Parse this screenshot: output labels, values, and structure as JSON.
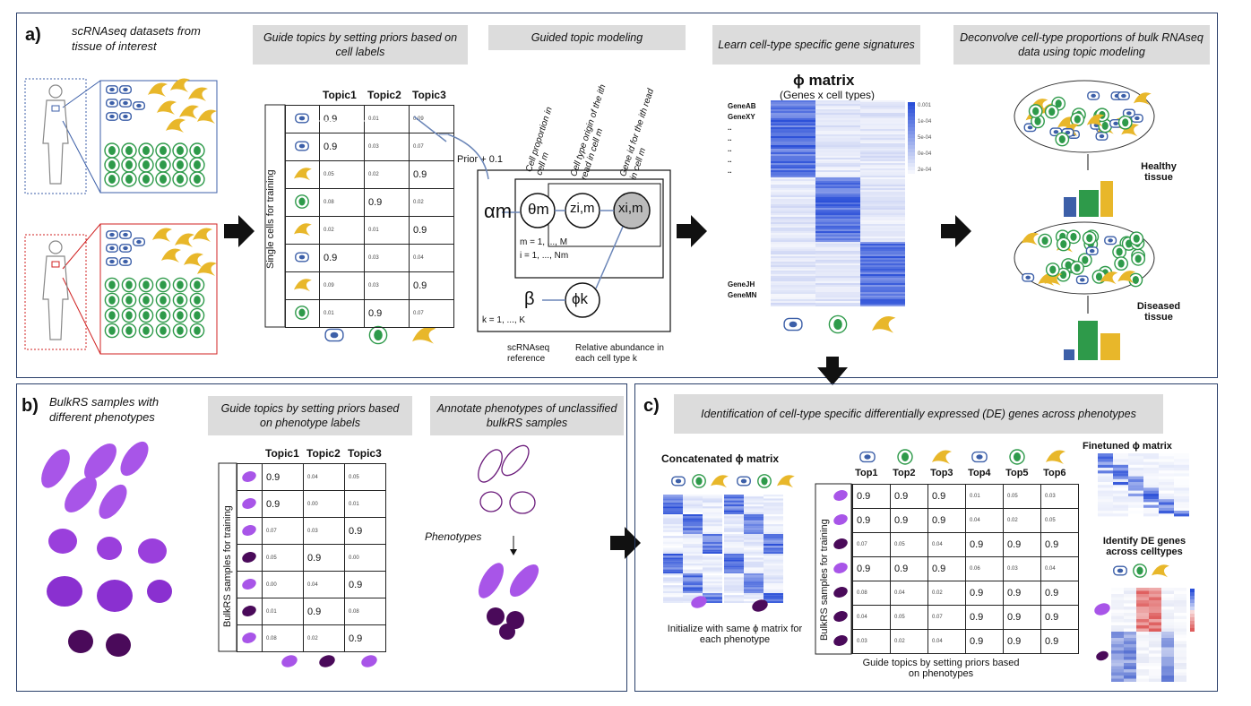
{
  "panel_a": {
    "label": "a)",
    "intro": "scRNAseq datasets from tissue of interest",
    "banner1": "Guide topics by setting priors based on cell labels",
    "banner2": "Guided topic modeling",
    "banner3": "Learn cell-type specific gene signatures",
    "banner4": "Deconvolve cell-type proportions of bulk RNAseq data using topic modeling",
    "table": {
      "headers": [
        "Topic1",
        "Topic2",
        "Topic3"
      ],
      "side_label": "Single cells for training",
      "rows": [
        [
          "0.9",
          "0.01",
          "0.09"
        ],
        [
          "0.9",
          "0.03",
          "0.07"
        ],
        [
          "0.05",
          "0.02",
          "0.9"
        ],
        [
          "0.08",
          "0.9",
          "0.02"
        ],
        [
          "0.02",
          "0.01",
          "0.9"
        ],
        [
          "0.9",
          "0.03",
          "0.04"
        ],
        [
          "0.09",
          "0.03",
          "0.9"
        ],
        [
          "0.01",
          "0.9",
          "0.07"
        ]
      ]
    },
    "prior_label": "Prior + 0.1",
    "model": {
      "alpha": "αm",
      "theta": "θm",
      "z": "zi,m",
      "x": "xi,m",
      "beta": "β",
      "phi": "ϕk",
      "m_range": "m = 1, ..., M",
      "i_range": "i = 1, ..., Nm",
      "k_range": "k = 1, ..., K",
      "rot1": "Cell proportion in cell m",
      "rot2": "Cell type origin of the ith read in cell m",
      "rot3": "Gene id for the ith read in cell m",
      "cap1": "scRNAseq reference",
      "cap2": "Relative abundance in each cell type k"
    },
    "phi": {
      "title": "ϕ matrix",
      "subtitle": "(Genes x cell types)",
      "genes_top": [
        "GeneAB",
        "GeneXY",
        "..",
        "..",
        "..",
        "..",
        ".."
      ],
      "genes_bottom": [
        "GeneJH",
        "GeneMN"
      ],
      "scale": [
        "0.001",
        "1e-04",
        "5e-04",
        "0e-04",
        "2e-04"
      ]
    },
    "healthy": "Healthy tissue",
    "diseased": "Diseased tissue"
  },
  "panel_b": {
    "label": "b)",
    "intro": "BulkRS samples with different phenotypes",
    "banner1": "Guide topics by setting priors based on phenotype labels",
    "banner2": "Annotate phenotypes of unclassified bulkRS samples",
    "table": {
      "headers": [
        "Topic1",
        "Topic2",
        "Topic3"
      ],
      "side_label": "BulkRS samples for training",
      "rows": [
        [
          "0.9",
          "0.04",
          "0.05"
        ],
        [
          "0.9",
          "0.00",
          "0.01"
        ],
        [
          "0.07",
          "0.03",
          "0.9"
        ],
        [
          "0.05",
          "0.9",
          "0.00"
        ],
        [
          "0.00",
          "0.04",
          "0.9"
        ],
        [
          "0.01",
          "0.9",
          "0.08"
        ],
        [
          "0.08",
          "0.02",
          "0.9"
        ]
      ]
    },
    "phenotypes": "Phenotypes"
  },
  "panel_c": {
    "label": "c)",
    "banner": "Identification of cell-type specific differentially expressed (DE) genes across phenotypes",
    "concat_title": "Concatenated ϕ matrix",
    "init_caption": "Initialize with same ϕ matrix for each phenotype",
    "table": {
      "headers": [
        "Top1",
        "Top2",
        "Top3",
        "Top4",
        "Top5",
        "Top6"
      ],
      "side_label": "BulkRS samples for training",
      "rows": [
        [
          "0.9",
          "0.9",
          "0.9",
          "0.01",
          "0.05",
          "0.03"
        ],
        [
          "0.9",
          "0.9",
          "0.9",
          "0.04",
          "0.02",
          "0.05"
        ],
        [
          "0.07",
          "0.05",
          "0.04",
          "0.9",
          "0.9",
          "0.9"
        ],
        [
          "0.9",
          "0.9",
          "0.9",
          "0.06",
          "0.03",
          "0.04"
        ],
        [
          "0.08",
          "0.04",
          "0.02",
          "0.9",
          "0.9",
          "0.9"
        ],
        [
          "0.04",
          "0.05",
          "0.07",
          "0.9",
          "0.9",
          "0.9"
        ],
        [
          "0.03",
          "0.02",
          "0.04",
          "0.9",
          "0.9",
          "0.9"
        ]
      ]
    },
    "table_caption": "Guide topics by setting priors based on phenotypes",
    "finetuned": "Finetuned ϕ matrix",
    "identify": "Identify DE genes across celltypes"
  },
  "colors": {
    "blue_cell": "#3c5fa8",
    "green_cell": "#2e9a4a",
    "yellow_cell": "#e8b72a",
    "purple_light": "#a855e8",
    "purple_dark": "#4a0a5a",
    "heat_blue": "#2a4fd8",
    "panel_border": "#2a3f6a"
  }
}
